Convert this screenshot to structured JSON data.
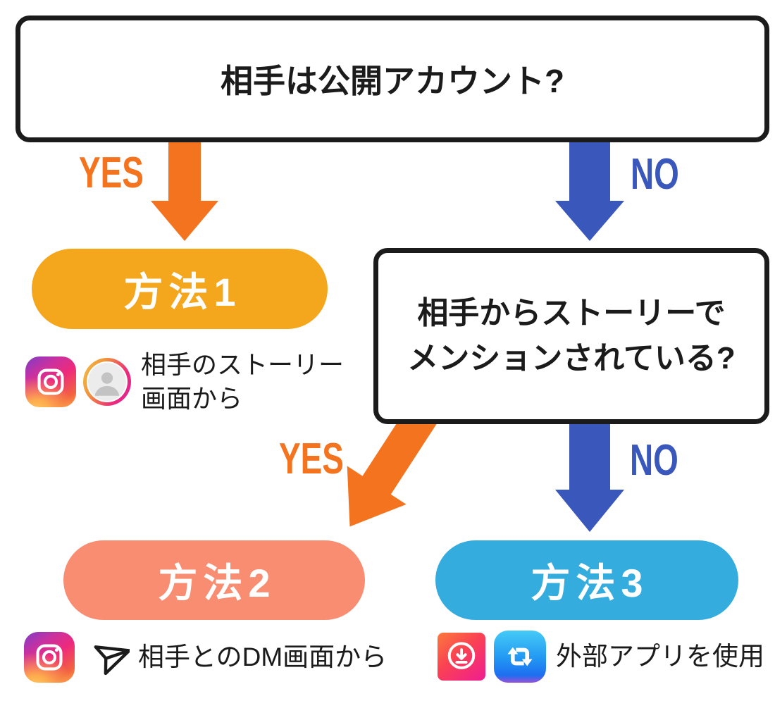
{
  "colors": {
    "yes_orange": "#F4731F",
    "no_blue": "#3A57BB",
    "method1_gold": "#F4A61C",
    "method2_salmon": "#F98D72",
    "method3_sky": "#35ACDE",
    "box_border": "#1B1B1B",
    "text_black": "#1B1B1B"
  },
  "question1": {
    "text": "相手は公開アカウント?"
  },
  "question2": {
    "line1": "相手からストーリーで",
    "line2": "メンションされている?"
  },
  "edges": {
    "q1_yes": "YES",
    "q1_no": "NO",
    "q2_yes": "YES",
    "q2_no": "NO"
  },
  "method1": {
    "label": "方法1",
    "desc_line1": "相手のストーリー",
    "desc_line2": "画面から",
    "icons": [
      "instagram-app-icon",
      "story-avatar-icon"
    ]
  },
  "method2": {
    "label": "方法2",
    "desc": "相手とのDM画面から",
    "icons": [
      "instagram-app-icon",
      "dm-send-icon"
    ]
  },
  "method3": {
    "label": "方法3",
    "desc": "外部アプリを使用",
    "icons": [
      "story-saver-app-icon",
      "repost-app-icon"
    ]
  }
}
